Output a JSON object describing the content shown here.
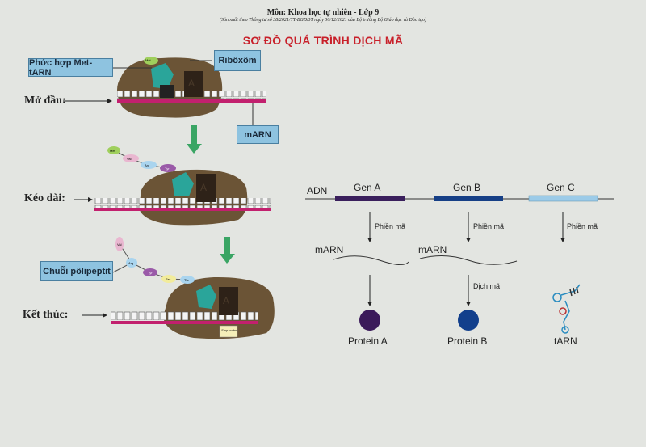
{
  "header": {
    "subject": "Môn: Khoa học tự nhiên - Lớp 9",
    "source": "(Sản xuất theo Thông tư số 38/2021/TT-BGDĐT ngày 30/12/2021 của Bộ trưởng Bộ Giáo dục và Đào tạo)",
    "title": "SƠ ĐỒ QUÁ TRÌNH DỊCH MÃ"
  },
  "translation": {
    "stages": [
      "Mở đầu:",
      "Kéo dài:",
      "Kết thúc:"
    ],
    "labels": {
      "complex": "Phức hợp Met-tARN",
      "ribosome": "Ribôxôm",
      "mrna": "mARN",
      "polypeptide": "Chuỗi pôlipeptit",
      "stop_codon": "Stop codon",
      "site_a": "A"
    },
    "amino_acids_stage1": [
      "Met"
    ],
    "amino_acids_stage2": [
      "Met",
      "Val",
      "Arg",
      "Tyr"
    ],
    "amino_acids_stage3": [
      "Val",
      "Arg",
      "Tyr",
      "Ser",
      "Thr"
    ],
    "colors": {
      "ribosome": "#6b5436",
      "mrna": "#c2206e",
      "trna": "#2aa59a",
      "arrow": "#3aa564"
    }
  },
  "gene_expression": {
    "dna_label": "ADN",
    "genes": [
      {
        "name": "Gen A",
        "color": "#3a1f5c",
        "transcription": "Phiền mã",
        "product_rna": "mARN",
        "translation": "",
        "product": "Protein A",
        "product_color": "#3b1a5a"
      },
      {
        "name": "Gen B",
        "color": "#163f86",
        "transcription": "Phiền mã",
        "product_rna": "mARN",
        "translation": "Dịch mã",
        "product": "Protein B",
        "product_color": "#123f8c"
      },
      {
        "name": "Gen C",
        "color": "#9ccbe8",
        "transcription": "Phiền mã",
        "product_rna": "",
        "translation": "",
        "product": "tARN",
        "product_color": ""
      }
    ]
  }
}
